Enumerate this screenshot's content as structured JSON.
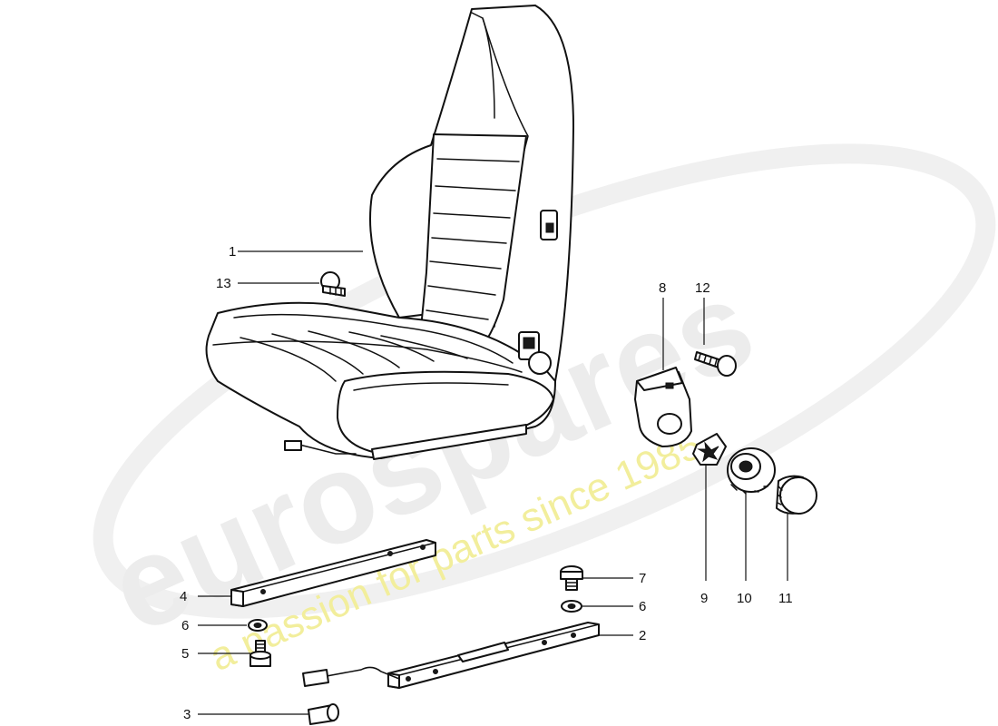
{
  "watermark": {
    "brand": "eurospares",
    "tagline": "a passion for parts since 1985"
  },
  "callouts": [
    {
      "id": "1",
      "label": "1"
    },
    {
      "id": "2",
      "label": "2"
    },
    {
      "id": "3",
      "label": "3"
    },
    {
      "id": "4",
      "label": "4"
    },
    {
      "id": "5",
      "label": "5"
    },
    {
      "id": "6a",
      "label": "6"
    },
    {
      "id": "6b",
      "label": "6"
    },
    {
      "id": "7",
      "label": "7"
    },
    {
      "id": "8",
      "label": "8"
    },
    {
      "id": "9",
      "label": "9"
    },
    {
      "id": "10",
      "label": "10"
    },
    {
      "id": "11",
      "label": "11"
    },
    {
      "id": "12",
      "label": "12"
    },
    {
      "id": "13",
      "label": "13"
    }
  ]
}
